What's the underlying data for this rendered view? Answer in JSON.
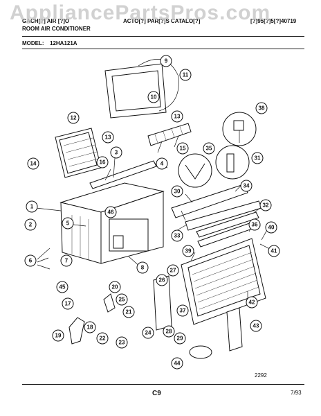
{
  "header": {
    "watermark": "AppliancePartsPros.com",
    "line1_left": "GACH[?] AIR [?]O",
    "line1_mid": "ACTO[?] PAR[?]S CATALO[?]",
    "line1_right": "[?]95[?]5[?]40719",
    "line2_left": "ROOM AIR CONDITIONER",
    "model_label": "MODEL:",
    "model_value": "12HA121A"
  },
  "footer": {
    "code": "2292",
    "page": "C9",
    "date": "7/93"
  },
  "callouts": [
    {
      "label": "1"
    },
    {
      "label": "2"
    },
    {
      "label": "3"
    },
    {
      "label": "4"
    },
    {
      "label": "5"
    },
    {
      "label": "6"
    },
    {
      "label": "7"
    },
    {
      "label": "8"
    },
    {
      "label": "9"
    },
    {
      "label": "10"
    },
    {
      "label": "11"
    },
    {
      "label": "12"
    },
    {
      "label": "13"
    },
    {
      "label": "13"
    },
    {
      "label": "14"
    },
    {
      "label": "15"
    },
    {
      "label": "16"
    },
    {
      "label": "17"
    },
    {
      "label": "18"
    },
    {
      "label": "19"
    },
    {
      "label": "20"
    },
    {
      "label": "21"
    },
    {
      "label": "22"
    },
    {
      "label": "23"
    },
    {
      "label": "24"
    },
    {
      "label": "25"
    },
    {
      "label": "26"
    },
    {
      "label": "27"
    },
    {
      "label": "28"
    },
    {
      "label": "29"
    },
    {
      "label": "30"
    },
    {
      "label": "31"
    },
    {
      "label": "32"
    },
    {
      "label": "33"
    },
    {
      "label": "34"
    },
    {
      "label": "35"
    },
    {
      "label": "36"
    },
    {
      "label": "37"
    },
    {
      "label": "38"
    },
    {
      "label": "39"
    },
    {
      "label": "40"
    },
    {
      "label": "41"
    },
    {
      "label": "42"
    },
    {
      "label": "43"
    },
    {
      "label": "44"
    },
    {
      "label": "45"
    },
    {
      "label": "46"
    }
  ]
}
